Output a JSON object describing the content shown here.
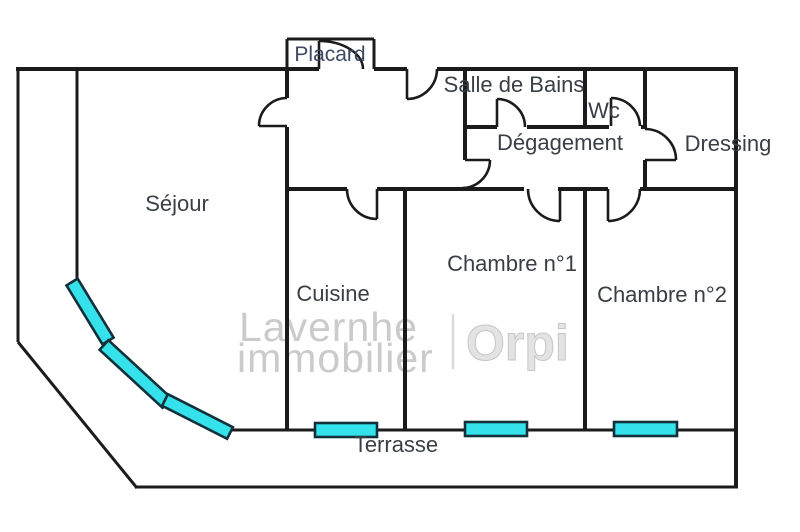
{
  "plan": {
    "rooms": {
      "placard": "Placard",
      "salle_de_bains": "Salle de Bains",
      "wc": "Wc",
      "degagement": "Dégagement",
      "dressing": "Dressing",
      "sejour": "Séjour",
      "cuisine": "Cuisine",
      "chambre1": "Chambre n°1",
      "chambre2": "Chambre n°2",
      "terrasse": "Terrasse"
    },
    "watermark": {
      "agency_line1": "Lavernhe",
      "agency_line2": "immobilier",
      "brand": "Orpi"
    },
    "colors": {
      "wall": "#1b1b1b",
      "window_fill": "#35e1ea",
      "window_stroke": "#11313a",
      "label_text": "#3a3e46",
      "watermark_text": "#cbcbcb",
      "watermark_brand": "#e3e3e3"
    }
  }
}
